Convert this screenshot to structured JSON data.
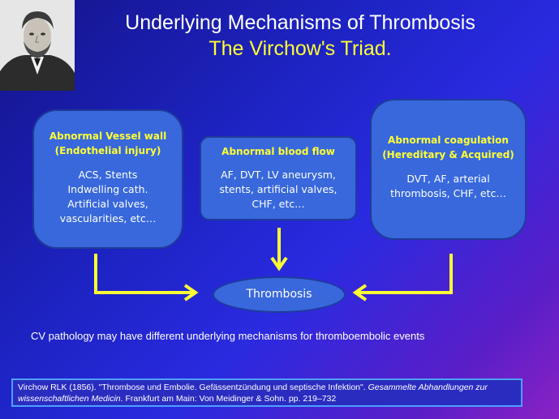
{
  "title": {
    "line1": "Underlying Mechanisms of Thrombosis",
    "line2": "The Virchow's Triad."
  },
  "portrait": {
    "icon": "portrait-engraving"
  },
  "boxes": [
    {
      "head1": "Abnormal  Vessel wall",
      "head2": "(Endothelial  injury)",
      "body": [
        "ACS, Stents",
        "Indwelling cath.",
        "Artificial valves,",
        "vascularities, etc…"
      ]
    },
    {
      "head1": "Abnormal  blood flow",
      "head2": "",
      "body": [
        "AF, DVT,  LV aneurysm,",
        "stents,  artificial valves,",
        "CHF, etc…"
      ]
    },
    {
      "head1": "Abnormal  coagulation",
      "head2": "(Hereditary & Acquired)",
      "body": [
        "DVT, AF, arterial",
        "thrombosis, CHF, etc…"
      ]
    }
  ],
  "center": {
    "label": "Thrombosis"
  },
  "caption": "CV pathology may have different underlying mechanisms for thromboembolic events",
  "reference": {
    "part1": "Virchow RLK (1856). \"Thrombose und Embolie. Gefässentzündung und septische Infektion\". ",
    "italic": "Gesammelte Abhandlungen zur wissenschaftlichen Medicin",
    "part2": ". Frankfurt am Main: Von Meidinger & Sohn. pp. 219–732"
  },
  "colors": {
    "arrow": "#ffff33",
    "box": "#3868dc",
    "title_accent": "#ffff33"
  }
}
